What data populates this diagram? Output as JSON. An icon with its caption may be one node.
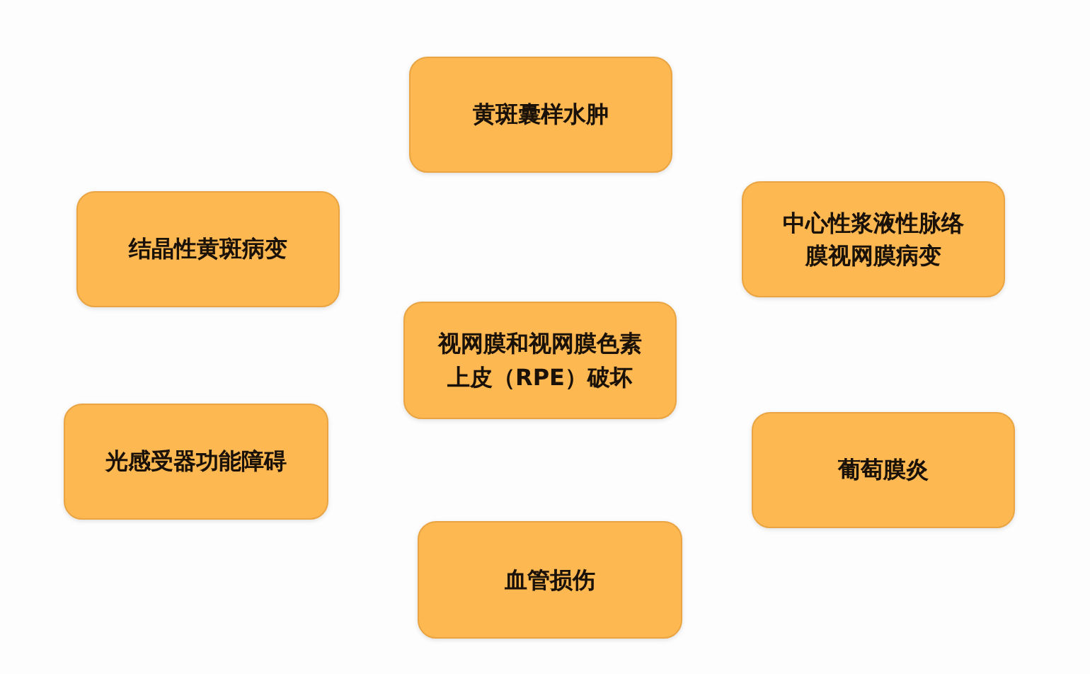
{
  "diagram": {
    "nodes": [
      {
        "text": [
          "黄斑囊样水肿"
        ]
      },
      {
        "text": [
          "结晶性黄斑病变"
        ]
      },
      {
        "text": [
          "中心性浆液性脉络膜视网膜病变"
        ]
      },
      {
        "text": [
          "视网膜和视网膜色素上皮（RPE）破坏"
        ]
      },
      {
        "text": [
          "光感受器功能障碍"
        ]
      },
      {
        "text": [
          "葡萄膜炎"
        ]
      },
      {
        "text": [
          "血管损伤"
        ]
      }
    ]
  }
}
